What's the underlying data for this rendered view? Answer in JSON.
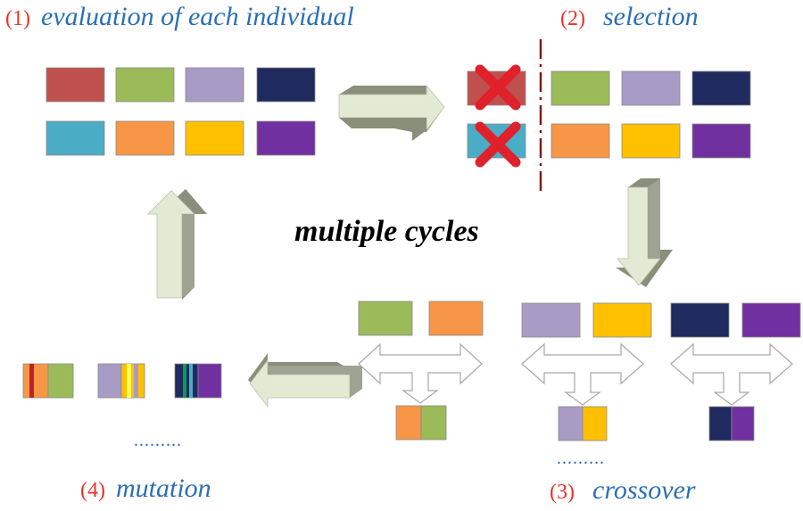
{
  "steps": {
    "evaluation": {
      "number": "(1)",
      "label": "evaluation of each individual"
    },
    "selection": {
      "number": "(2)",
      "label": "selection"
    },
    "crossover": {
      "number": "(3)",
      "label": "crossover"
    },
    "mutation": {
      "number": "(4)",
      "label": "mutation"
    }
  },
  "center_label": "multiple cycles",
  "ellipsis_crossover": ".........",
  "ellipsis_mutation": ".........",
  "colors": {
    "number": "#e8332a",
    "label": "#2a6fb5",
    "red": "#c0504d",
    "green": "#9bbb59",
    "lavender": "#a89bc5",
    "navy": "#1f2a5e",
    "cyan": "#4bacc6",
    "orange": "#f79646",
    "yellow": "#ffc000",
    "purple": "#7030a0",
    "cross": "#e0202a",
    "divider": "#7a1f1f",
    "arrow_face": "#e3ead3",
    "arrow_side": "#8a8f7c"
  },
  "population": [
    "red",
    "green",
    "lavender",
    "navy",
    "cyan",
    "orange",
    "yellow",
    "purple"
  ],
  "eliminated": [
    "red",
    "cyan"
  ],
  "survivors": [
    "green",
    "lavender",
    "navy",
    "orange",
    "yellow",
    "purple"
  ]
}
